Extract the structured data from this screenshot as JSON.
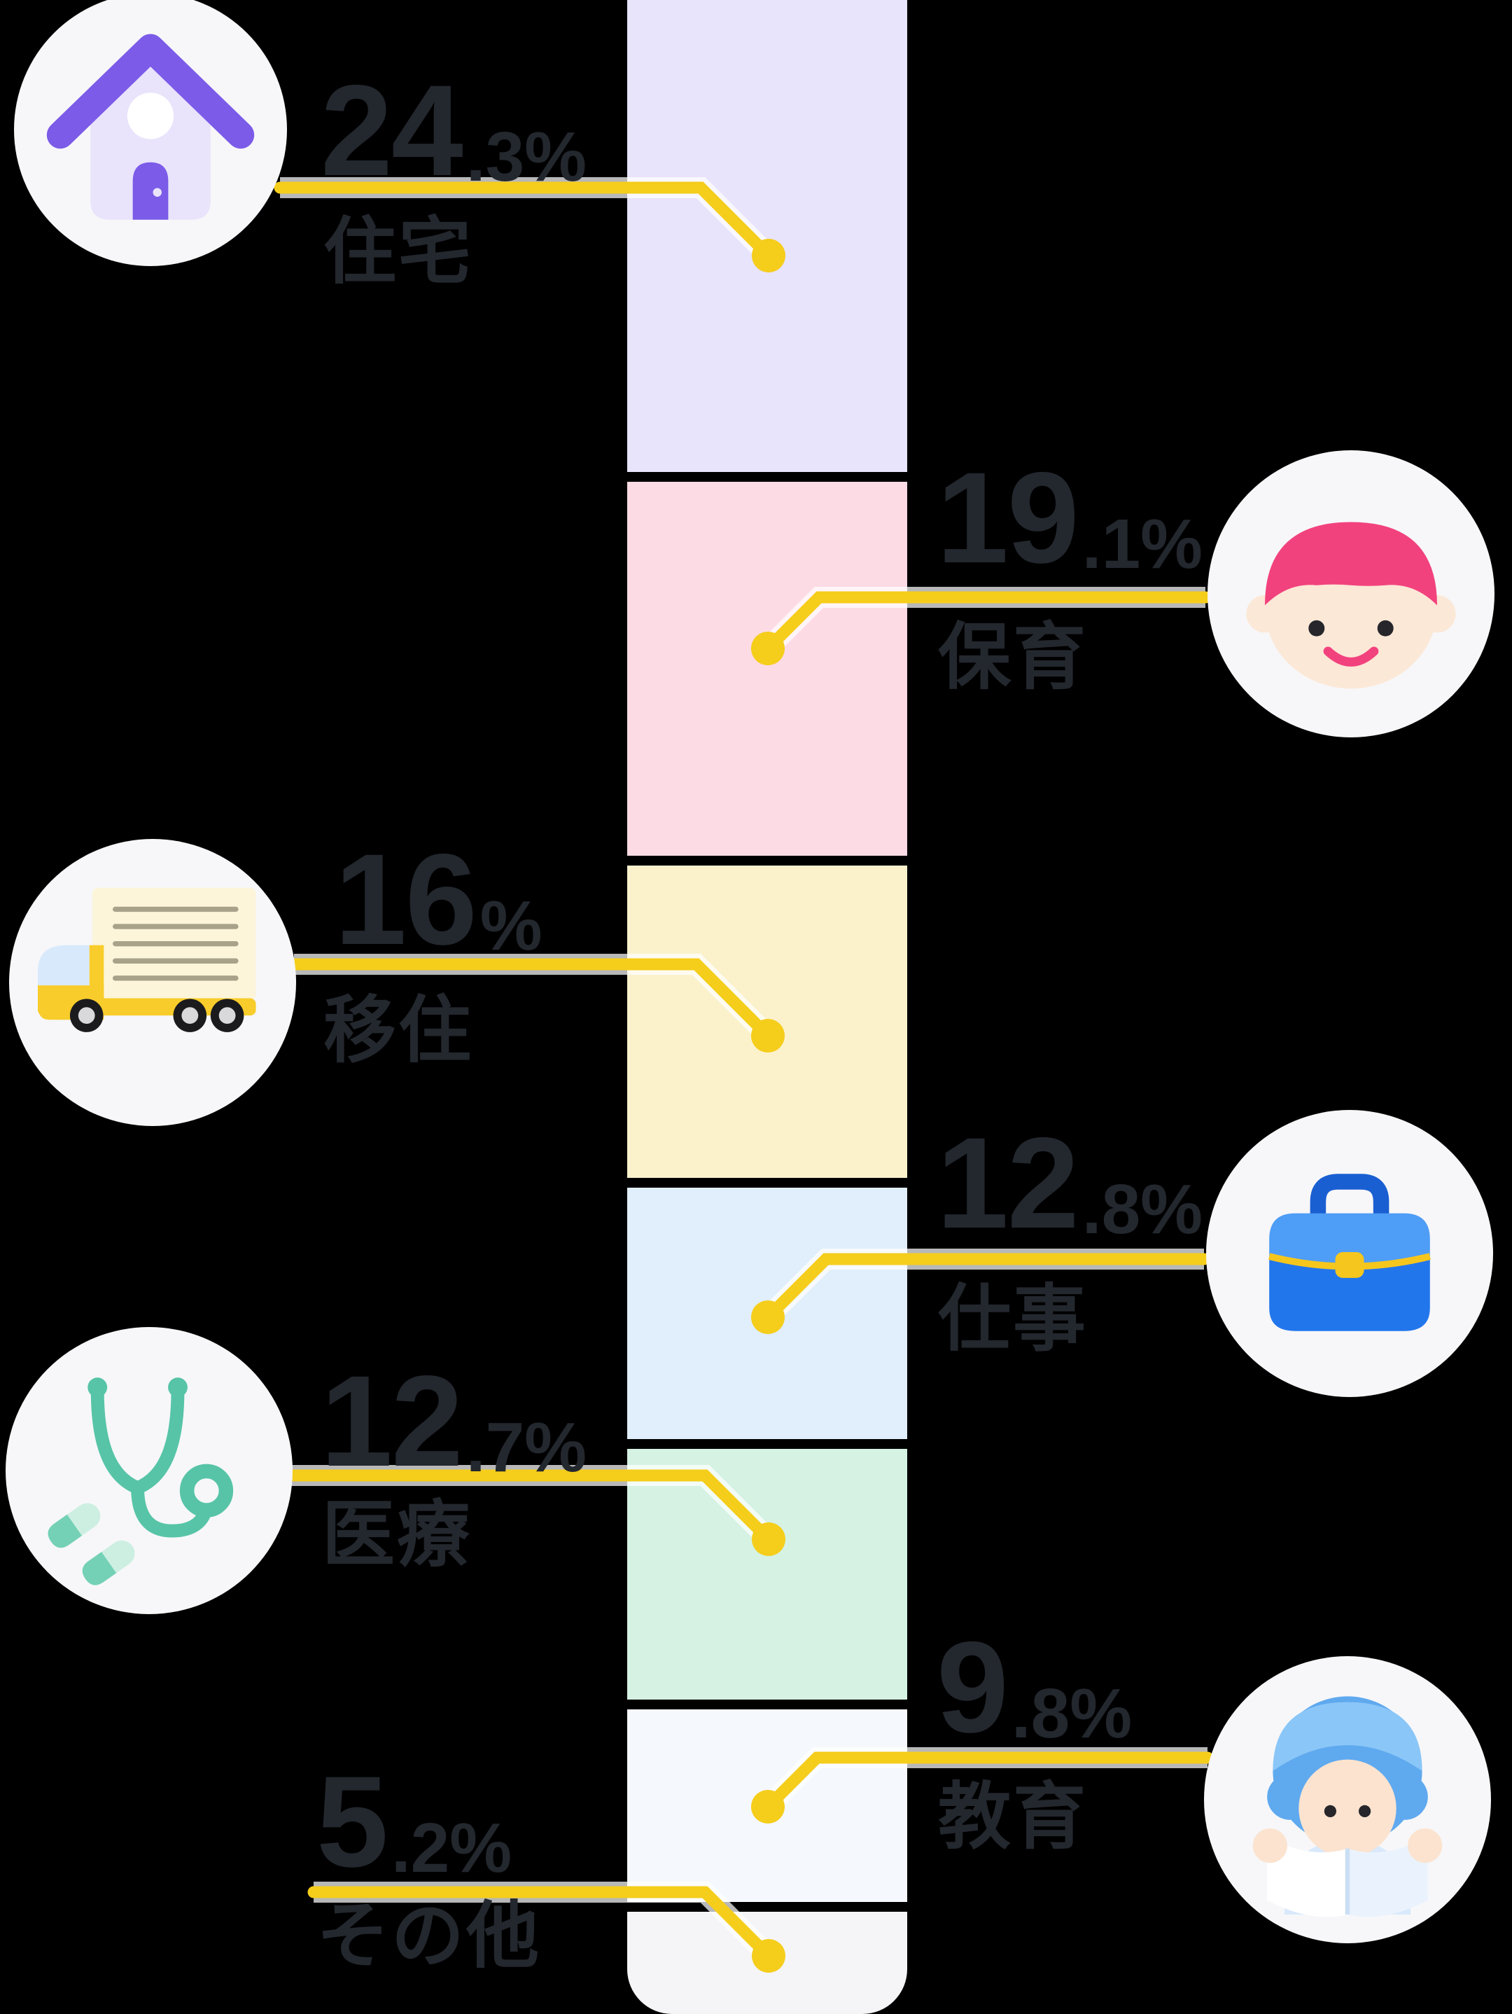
{
  "colors": {
    "background": "#000000",
    "callout_line": "#F5CD1B",
    "text": "#23272E",
    "icon_circle_bg": "#F7F7F9"
  },
  "chart_data": {
    "type": "bar",
    "subtype": "vertical-stacked-percentage-infographic",
    "unit": "%",
    "categories": [
      "住宅",
      "保育",
      "移住",
      "仕事",
      "医療",
      "教育",
      "その他"
    ],
    "values": [
      24.3,
      19.1,
      16,
      12.8,
      12.7,
      9.8,
      5.2
    ],
    "segment_colors": [
      "#E8E4FB",
      "#FDDBE4",
      "#FBF2CC",
      "#E1EEFB",
      "#D5F2E3",
      "#F5F8FD",
      "#F5F5F7"
    ],
    "legend_position": "alternating-left-right-callouts",
    "grid": false
  },
  "items": [
    {
      "label": "住宅",
      "percent": "24.3%",
      "value_main": "24",
      "value_sub": ".3%",
      "icon": "house-icon",
      "side": "left"
    },
    {
      "label": "保育",
      "percent": "19.1%",
      "value_main": "19",
      "value_sub": ".1%",
      "icon": "child-face-icon",
      "side": "right"
    },
    {
      "label": "移住",
      "percent": "16%",
      "value_main": "16",
      "value_sub": "%",
      "icon": "truck-icon",
      "side": "left"
    },
    {
      "label": "仕事",
      "percent": "12.8%",
      "value_main": "12",
      "value_sub": ".8%",
      "icon": "briefcase-icon",
      "side": "right"
    },
    {
      "label": "医療",
      "percent": "12.7%",
      "value_main": "12",
      "value_sub": ".7%",
      "icon": "stethoscope-icon",
      "side": "left"
    },
    {
      "label": "教育",
      "percent": "9.8%",
      "value_main": "9",
      "value_sub": ".8%",
      "icon": "reading-child-icon",
      "side": "right"
    },
    {
      "label": "その他",
      "percent": "5.2%",
      "value_main": "5",
      "value_sub": ".2%",
      "icon": null,
      "side": "left"
    }
  ]
}
